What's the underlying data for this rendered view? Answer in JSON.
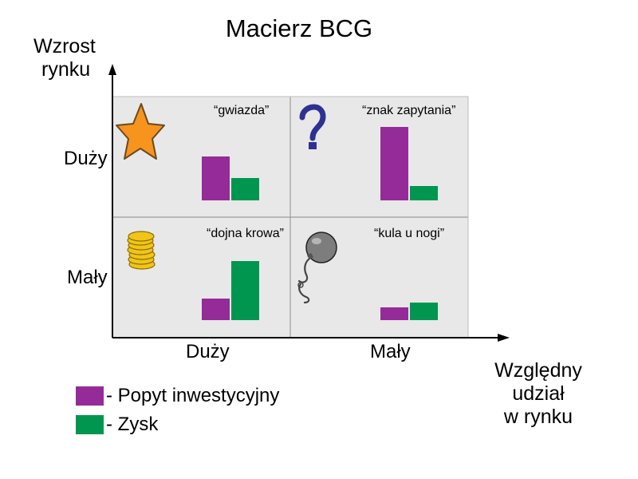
{
  "title": "Macierz BCG",
  "y_axis": {
    "label_line1": "Wzrost",
    "label_line2": "rynku",
    "ticks": [
      "Duży",
      "Mały"
    ]
  },
  "x_axis": {
    "label_line1": "Względny udział",
    "label_line2": "w rynku",
    "ticks": [
      "Duży",
      "Mały"
    ]
  },
  "quadrants": [
    {
      "label": "“gwiazda”",
      "icon": "star-icon",
      "investment": 0.55,
      "profit": 0.28
    },
    {
      "label": "“znak zapytania”",
      "icon": "question-mark-icon",
      "investment": 0.92,
      "profit": 0.18
    },
    {
      "label": "“dojna krowa”",
      "icon": "coin-stack-icon",
      "investment": 0.27,
      "profit": 0.74
    },
    {
      "label": "“kula u nogi”",
      "icon": "ball-and-chain-icon",
      "investment": 0.16,
      "profit": 0.22
    }
  ],
  "legend": [
    {
      "label": "- Popyt inwestycyjny",
      "color": "#952b98"
    },
    {
      "label": "- Zysk",
      "color": "#00964f"
    }
  ]
}
